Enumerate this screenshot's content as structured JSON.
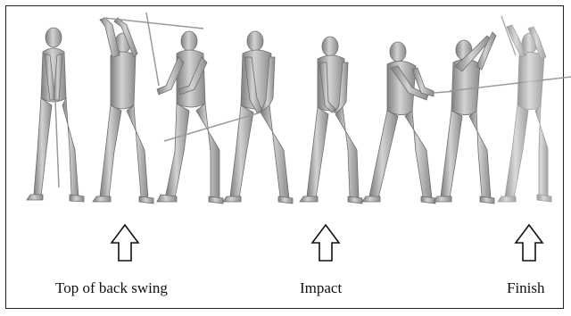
{
  "labels": {
    "top_of_back_swing": "Top of back swing",
    "impact": "Impact",
    "finish": "Finish"
  },
  "colors": {
    "figure_body": "#b9b9b9",
    "figure_shade": "#8d8d8d",
    "club": "#9a9a9a",
    "frame": "#222222",
    "arrow": "#111111"
  },
  "figure_count": 8
}
